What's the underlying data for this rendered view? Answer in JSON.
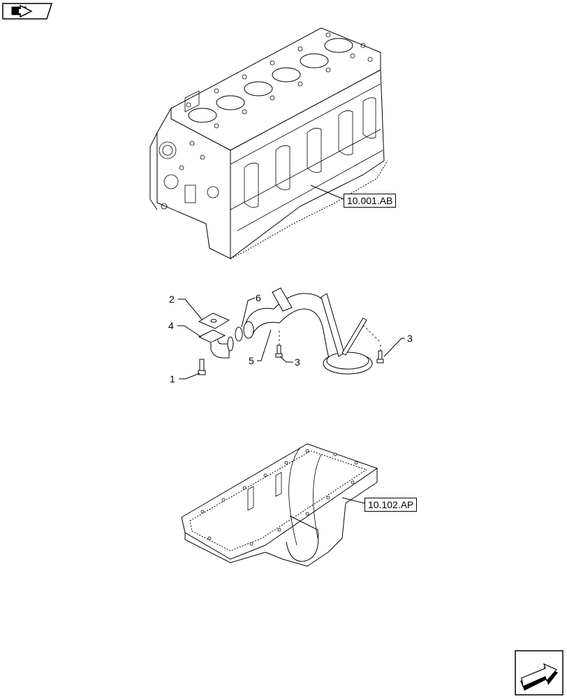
{
  "references": {
    "engine_block": "10.001.AB",
    "oil_pan": "10.102.AP"
  },
  "callouts": [
    "1",
    "2",
    "3",
    "3",
    "4",
    "5",
    "6"
  ],
  "nav": {
    "prev_icon": "back-arrow-icon",
    "next_icon": "next-arrow-icon"
  }
}
